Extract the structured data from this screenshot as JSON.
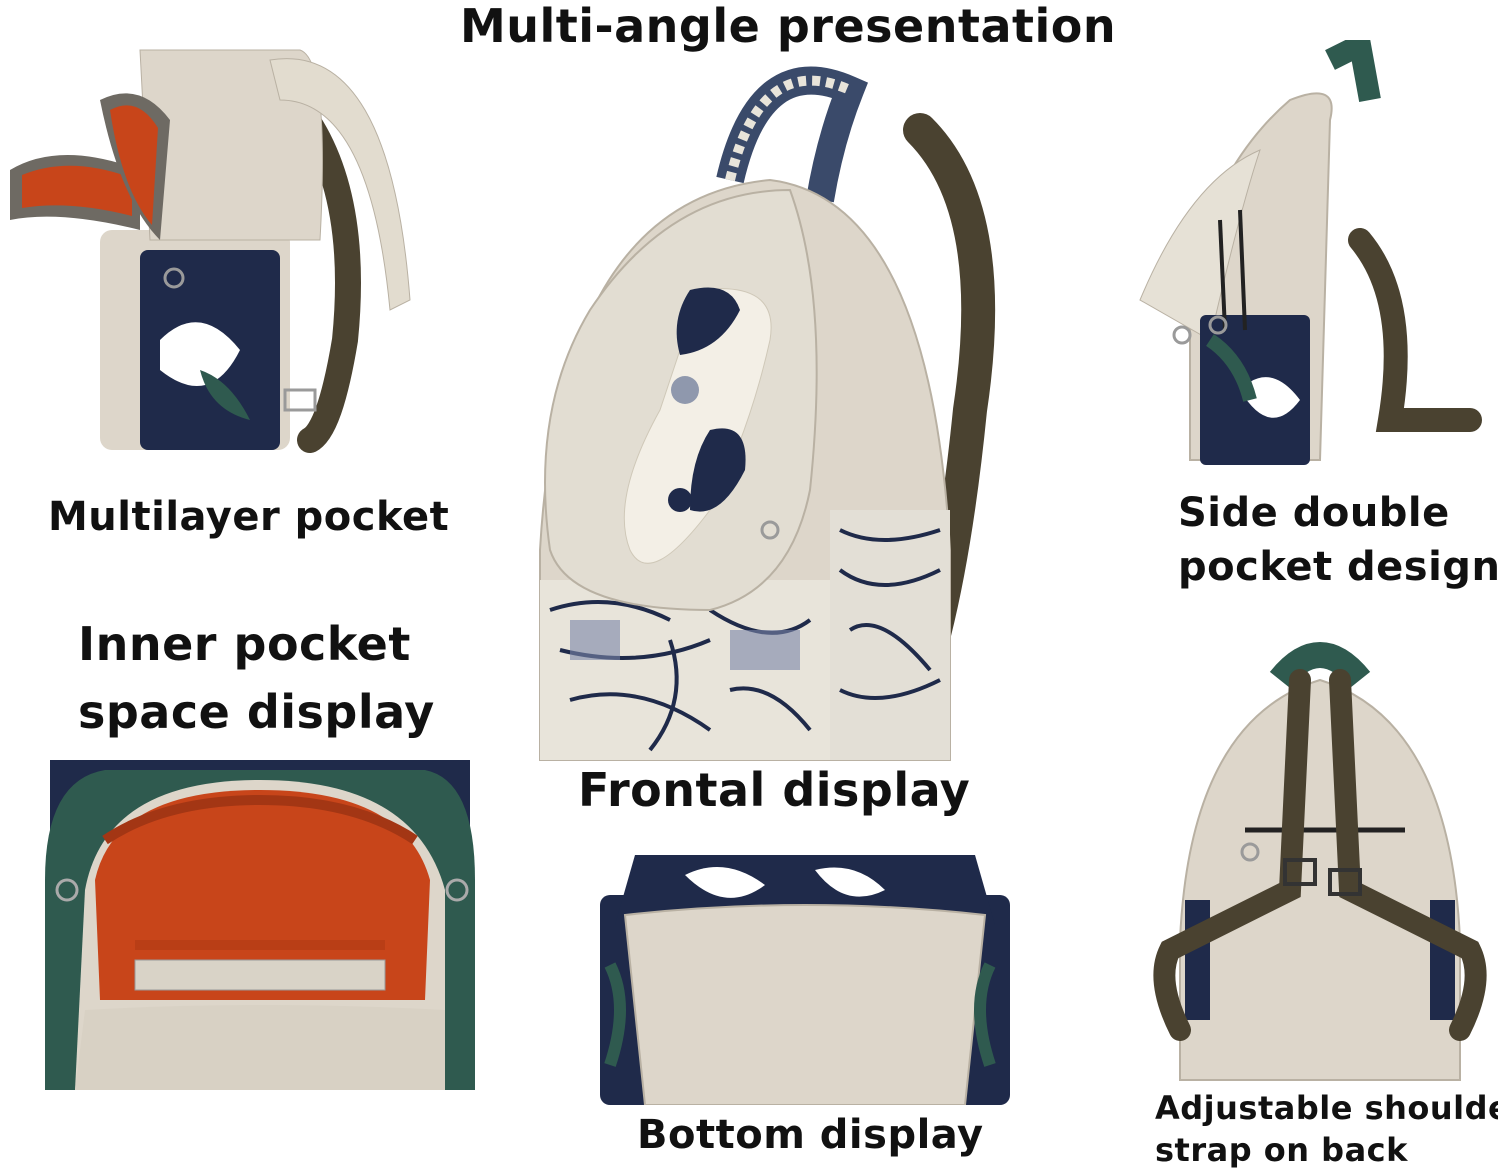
{
  "title": "Multi-angle presentation",
  "captions": {
    "multilayer": "Multilayer pocket",
    "side_double_1": "Side double",
    "side_double_2": "pocket design",
    "inner_1": "Inner pocket",
    "inner_2": "space display",
    "frontal": "Frontal display",
    "bottom": "Bottom display",
    "strap_1": "Adjustable shoulder",
    "strap_2": "strap on back"
  },
  "colors": {
    "linen": "#ddd6ca",
    "strap": "#4a4230",
    "lining": "#c8451a",
    "navy": "#1f2a4a",
    "print_green": "#2f5a4f"
  }
}
